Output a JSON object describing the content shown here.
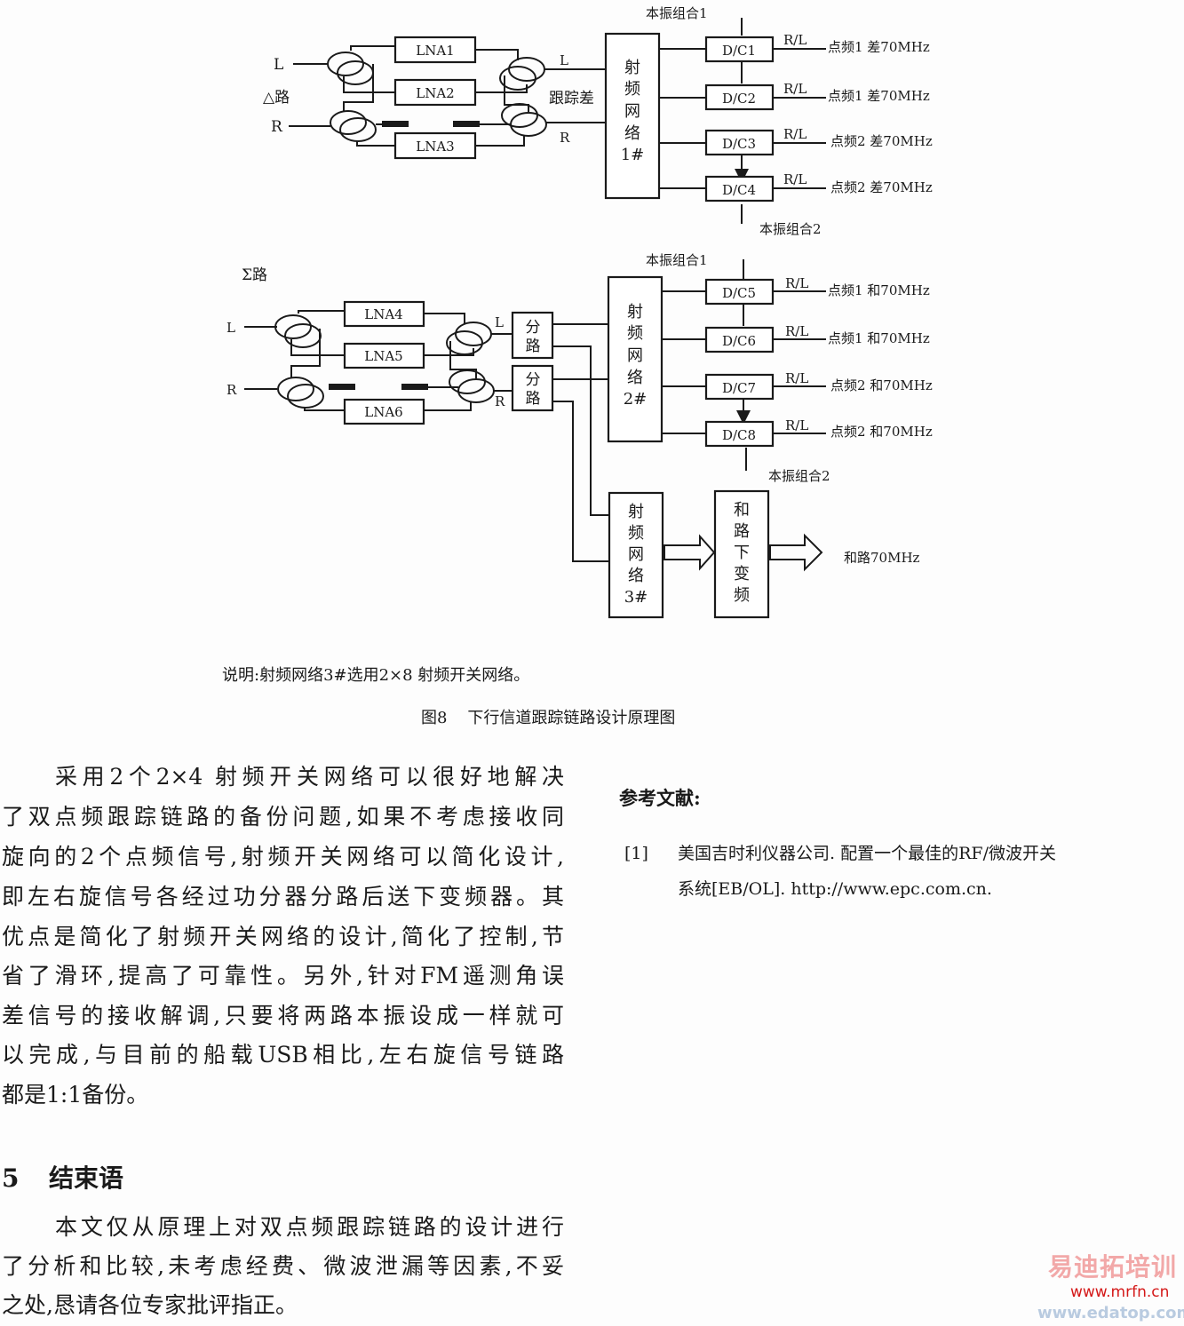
{
  "diagram": {
    "top": {
      "section_label": "△路",
      "input_l": "L",
      "input_r": "R",
      "lna": [
        "LNA1",
        "LNA2",
        "LNA3"
      ],
      "out_l": "L",
      "out_r": "R",
      "track_label": "跟踪差",
      "network": [
        "射",
        "频",
        "网",
        "络",
        "1#"
      ],
      "lo1": "本振组合1",
      "lo2": "本振组合2",
      "converters": [
        "D/C1",
        "D/C2",
        "D/C3",
        "D/C4"
      ],
      "rl": "R/L",
      "outputs": [
        "点频1  差70MHz",
        "点频1  差70MHz",
        "点频2 差70MHz",
        "点频2 差70MHz"
      ]
    },
    "bottom": {
      "section_label": "Σ路",
      "input_l": "L",
      "input_r": "R",
      "lna": [
        "LNA4",
        "LNA5",
        "LNA6"
      ],
      "out_l": "L",
      "out_r": "R",
      "splitter": [
        "分",
        "路"
      ],
      "network": [
        "射",
        "频",
        "网",
        "络",
        "2#"
      ],
      "lo1": "本振组合1",
      "lo2": "本振组合2",
      "converters": [
        "D/C5",
        "D/C6",
        "D/C7",
        "D/C8"
      ],
      "rl": "R/L",
      "outputs": [
        "点频1  和70MHz",
        "点频1  和70MHz",
        "点频2  和70MHz",
        "点频2  和70MHz"
      ],
      "network3": [
        "射",
        "频",
        "网",
        "络",
        "3#"
      ],
      "sum_dc": [
        "和",
        "路",
        "下",
        "变",
        "频"
      ],
      "sum_out": "和路70MHz"
    },
    "note": "说明:射频网络3#选用2×8 射频开关网络。",
    "figure_caption": "图8    下行信道跟踪链路设计原理图"
  },
  "left_column": {
    "para1": [
      "采用2个2×4 射频开关网络可以很好地解决",
      "了双点频跟踪链路的备份问题,如果不考虑接收同",
      "旋向的2个点频信号,射频开关网络可以简化设计,",
      "即左右旋信号各经过功分器分路后送下变频器。其",
      "优点是简化了射频开关网络的设计,简化了控制,节",
      "省了滑环,提高了可靠性。另外,针对FM遥测角误",
      "差信号的接收解调,只要将两路本振设成一样就可",
      "以完成,与目前的船载USB相比,左右旋信号链路",
      "都是1:1备份。"
    ],
    "section_number": "5",
    "section_title": "结束语",
    "para2": [
      "本文仅从原理上对双点频跟踪链路的设计进行",
      "了分析和比较,未考虑经费、微波泄漏等因素,不妥",
      "之处,恳请各位专家批评指正。"
    ]
  },
  "references": {
    "heading": "参考文献:",
    "items": [
      {
        "index": "[1]",
        "line1": "美国吉时利仪器公司. 配置一个最佳的RF/微波开关",
        "line2": "系统[EB/OL]. http://www.epc.com.cn."
      }
    ]
  },
  "watermark": {
    "cn": "易迪拓培训",
    "url1": "www.mrfn.cn",
    "url2": "www.edatop.com"
  }
}
